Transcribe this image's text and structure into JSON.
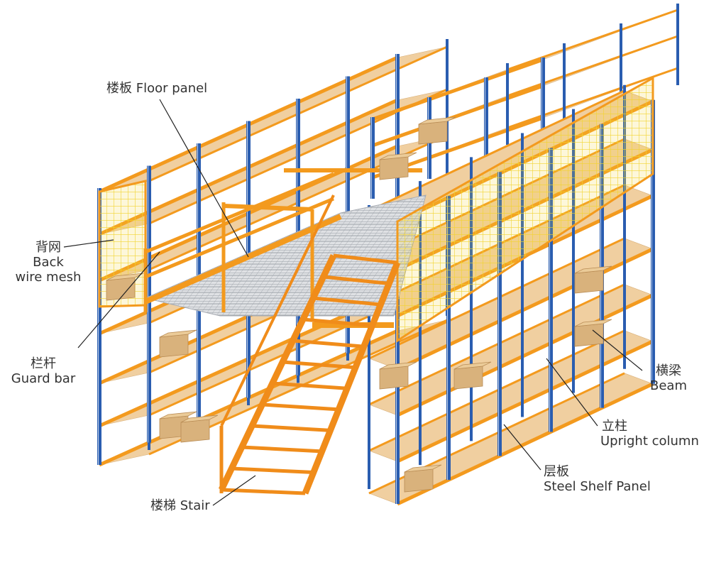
{
  "labels": {
    "floor_panel": {
      "cn": "楼板",
      "en": "Floor panel"
    },
    "back_wire_mesh": {
      "cn": "背网",
      "en1": "Back",
      "en2": "wire mesh"
    },
    "guard_bar": {
      "cn": "栏杆",
      "en": "Guard bar"
    },
    "stair": {
      "cn": "楼梯",
      "en": "Stair"
    },
    "beam": {
      "cn": "横梁",
      "en": "Beam"
    },
    "upright_column": {
      "cn": "立柱",
      "en": "Upright column"
    },
    "steel_shelf_panel": {
      "cn": "层板",
      "en": "Steel Shelf Panel"
    }
  },
  "colors": {
    "upright": "#2a5db0",
    "beam": "#f39a1e",
    "shelf_top": "#f0cfa0",
    "shelf_side": "#e2b883",
    "mesh": "#f2d430",
    "grating": "#c9ccd1",
    "stair": "#f08c1a",
    "box": "#d9b27c",
    "leader": "#222222"
  }
}
